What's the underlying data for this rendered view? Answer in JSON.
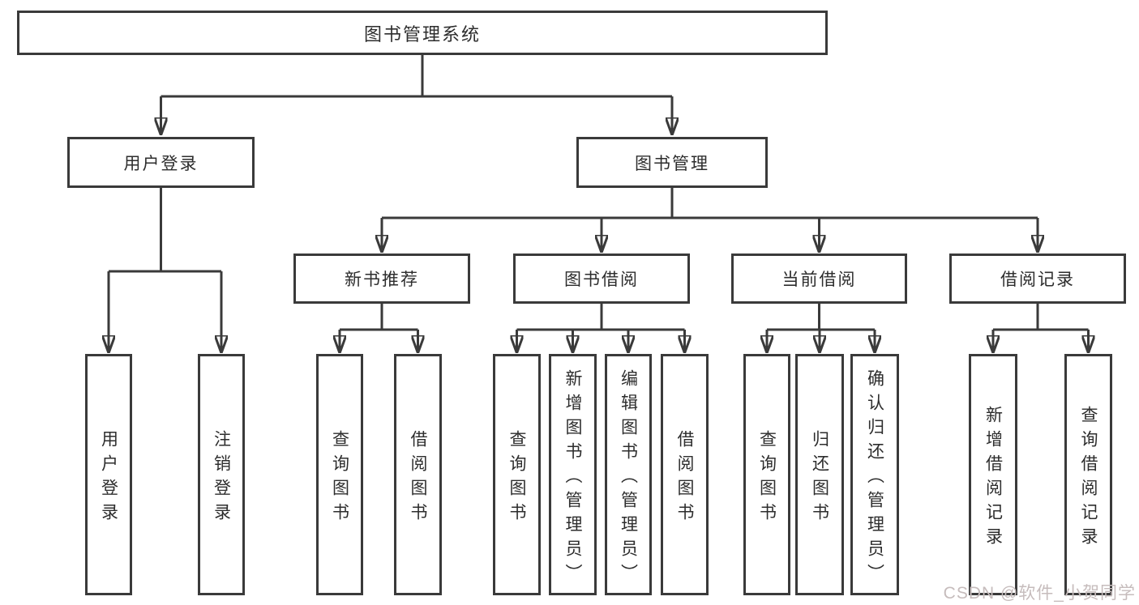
{
  "tree": {
    "root": {
      "label": "图书管理系统"
    },
    "user_login": {
      "label": "用户登录",
      "leaves": [
        "用户登录",
        "注销登录"
      ]
    },
    "book_mgmt": {
      "label": "图书管理",
      "sections": [
        {
          "label": "新书推荐",
          "leaves": [
            "查询图书",
            "借阅图书"
          ]
        },
        {
          "label": "图书借阅",
          "leaves": [
            "查询图书",
            "新增图书（管理员）",
            "编辑图书（管理员）",
            "借阅图书"
          ]
        },
        {
          "label": "当前借阅",
          "leaves": [
            "查询图书",
            "归还图书",
            "确认归还（管理员）"
          ]
        },
        {
          "label": "借阅记录",
          "leaves": [
            "新增借阅记录",
            "查询借阅记录"
          ]
        }
      ]
    }
  },
  "watermark": {
    "text": "CSDN @软件_小贺同学"
  },
  "colors": {
    "line": "#3a3a3a",
    "border": "#3a3a3a",
    "text": "#2d2d2d",
    "watermark": "#c6bcbc",
    "background": "#ffffff"
  }
}
